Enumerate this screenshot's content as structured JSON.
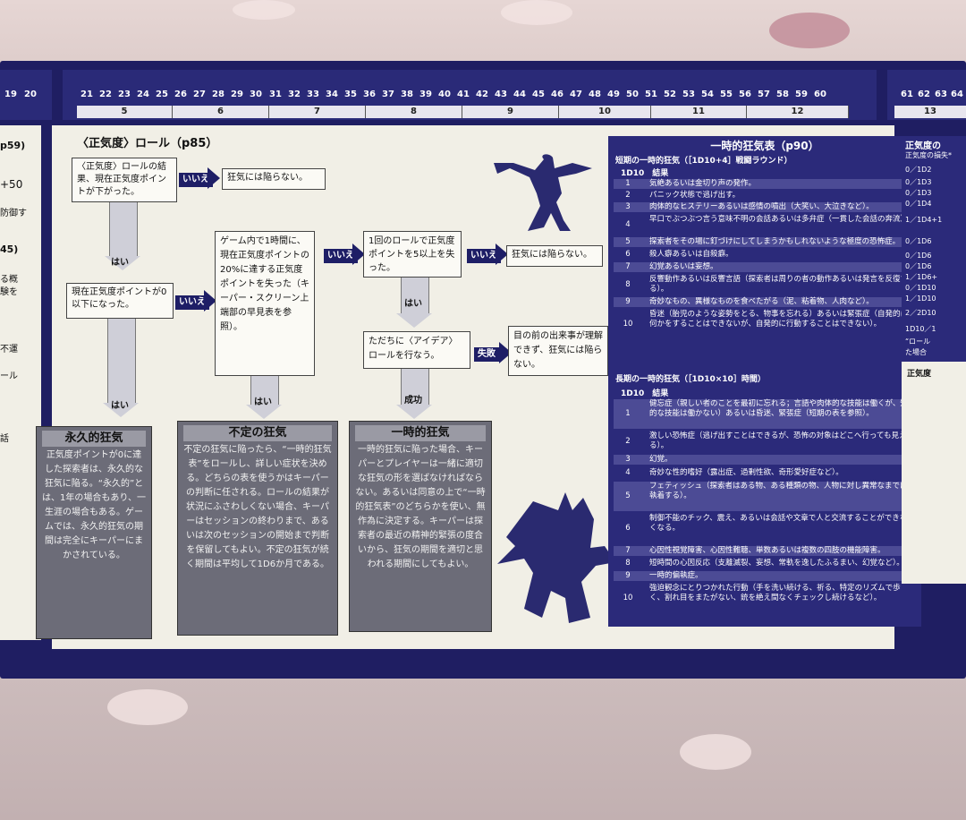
{
  "ruler": {
    "numbers": [
      "19",
      "20",
      "21",
      "22",
      "23",
      "24",
      "25",
      "26",
      "27",
      "28",
      "29",
      "30",
      "31",
      "32",
      "33",
      "34",
      "35",
      "36",
      "37",
      "38",
      "39",
      "40",
      "41",
      "42",
      "43",
      "44",
      "45",
      "46",
      "47",
      "48",
      "49",
      "50",
      "51",
      "52",
      "53",
      "54",
      "55",
      "56",
      "57",
      "58",
      "59",
      "60",
      "61",
      "62",
      "63",
      "64"
    ],
    "bands": [
      "5",
      "6",
      "7",
      "8",
      "9",
      "10",
      "11",
      "12",
      "13"
    ]
  },
  "left_edge": {
    "t1": "p59)",
    "t2": "+50",
    "t3": "防御す",
    "t4": "45)",
    "t5": "る概",
    "t6": "験を",
    "t7": "不運",
    "t8": "ール",
    "t9": "話"
  },
  "flow": {
    "title": "〈正気度〉ロール（p85）",
    "start": "〈正気度〉ロールの結果、現在正気度ポイントが下がった。",
    "no1": "いいえ",
    "no_madness_1": "狂気には陥らない。",
    "yes1": "はい",
    "q2": "現在正気度ポイントが0以下になった。",
    "no2": "いいえ",
    "q3": "ゲーム内で1時間に、現在正気度ポイントの20%に達する正気度ポイントを失った（キーパー・スクリーン上端部の早見表を参照）。",
    "no3": "いいえ",
    "q4": "1回のロールで正気度ポイントを5以上を失った。",
    "no4": "いいえ",
    "no_madness_2": "狂気には陥らない。",
    "yes4": "はい",
    "q5": "ただちに〈アイデア〉ロールを行なう。",
    "fail": "失敗",
    "fail_result": "目の前の出来事が理解できず、狂気には陥らない。",
    "success": "成功",
    "yes2": "はい",
    "yes3": "はい",
    "perm_title": "永久的狂気",
    "perm_text": "正気度ポイントが0に達した探索者は、永久的な狂気に陥る。“永久的”とは、1年の場合もあり、一生涯の場合もある。ゲームでは、永久的狂気の期間は完全にキーパーにまかされている。",
    "indef_title": "不定の狂気",
    "indef_text": "不定の狂気に陥ったら、“一時的狂気表”をロールし、詳しい症状を決める。どちらの表を使うかはキーパーの判断に任される。ロールの結果が状況にふさわしくない場合、キーパーはセッションの終わりまで、あるいは次のセッションの開始まで判断を保留してもよい。不定の狂気が続く期間は平均して1D6か月である。",
    "temp_title": "一時的狂気",
    "temp_text": "一時的狂気に陥った場合、キーパーとプレイヤーは一緒に適切な狂気の形を選ばなければならない。あるいは同意の上で“一時的狂気表”のどちらかを使い、無作為に決定する。キーパーは探索者の最近の精神的緊張の度合いから、狂気の期間を適切と思われる期間にしてもよい。"
  },
  "table": {
    "title": "一時的狂気表（p90）",
    "short_heading": "短期の一時的狂気（［1D10+4］戦闘ラウンド）",
    "col_head": "1D10　結果",
    "short_rows": [
      {
        "n": "1",
        "t": "気絶あるいは金切り声の発作。"
      },
      {
        "n": "2",
        "t": "パニック状態で逃げ出す。"
      },
      {
        "n": "3",
        "t": "肉体的なヒステリーあるいは感情の噴出（大笑い、大泣きなど）。"
      },
      {
        "n": "4",
        "t": "早口でぶつぶつ言う意味不明の会話あるいは多弁症（一貫した会話の奔流）。"
      },
      {
        "n": "5",
        "t": "探索者をその場に釘づけにしてしまうかもしれないような極度の恐怖症。"
      },
      {
        "n": "6",
        "t": "殺人癖あるいは自殺癖。"
      },
      {
        "n": "7",
        "t": "幻覚あるいは妄想。"
      },
      {
        "n": "8",
        "t": "反響動作あるいは反響言語（探索者は周りの者の動作あるいは発言を反復する）。"
      },
      {
        "n": "9",
        "t": "奇妙なもの、異様なものを食べたがる（泥、粘着物、人肉など）。"
      },
      {
        "n": "10",
        "t": "昏迷（胎児のような姿勢をとる、物事を忘れる）あるいは緊張症（自発的に何かをすることはできないが、自発的に行動することはできない）。"
      }
    ],
    "long_heading": "長期の一時的狂気（［1D10×10］時間）",
    "long_rows": [
      {
        "n": "1",
        "t": "健忘症（親しい者のことを最初に忘れる；言語や肉体的な技能は働くが、知的な技能は働かない）あるいは昏迷、緊張症（短期の表を参照）。"
      },
      {
        "n": "2",
        "t": "激しい恐怖症（逃げ出すことはできるが、恐怖の対象はどこへ行っても見える）。"
      },
      {
        "n": "3",
        "t": "幻覚。"
      },
      {
        "n": "4",
        "t": "奇妙な性的嗜好（露出症、過剰性欲、奇形愛好症など）。"
      },
      {
        "n": "5",
        "t": "フェティッシュ（探索者はある物、ある種類の物、人物に対し異常なまでに執着する）。"
      },
      {
        "n": "6",
        "t": "制御不能のチック、震え、あるいは会話や文章で人と交流することができなくなる。"
      },
      {
        "n": "7",
        "t": "心因性視覚障害、心因性難聴、単数あるいは複数の四肢の機能障害。"
      },
      {
        "n": "8",
        "t": "短時間の心因反応（支離滅裂、妄想、常軌を逸したふるまい、幻覚など）。"
      },
      {
        "n": "9",
        "t": "一時的偏執症。"
      },
      {
        "n": "10",
        "t": "強迫観念にとりつかれた行動（手を洗い続ける、祈る、特定のリズムで歩く、割れ目をまたがない、銃を絶え間なくチェックし続けるなど）。"
      }
    ]
  },
  "side_panel": {
    "title": "正気度の",
    "sub": "正気度の損失*",
    "rows": [
      "0／1D2",
      "0／1D3",
      "0／1D3",
      "0／1D4",
      "1／1D4+1",
      "0／1D6",
      "0／1D6",
      "0／1D6",
      "1／1D6+",
      "0／1D10",
      "1／1D10",
      "2／2D10",
      "1D10／1",
      "“ロール",
      "た場合"
    ],
    "title2": "正気度"
  }
}
